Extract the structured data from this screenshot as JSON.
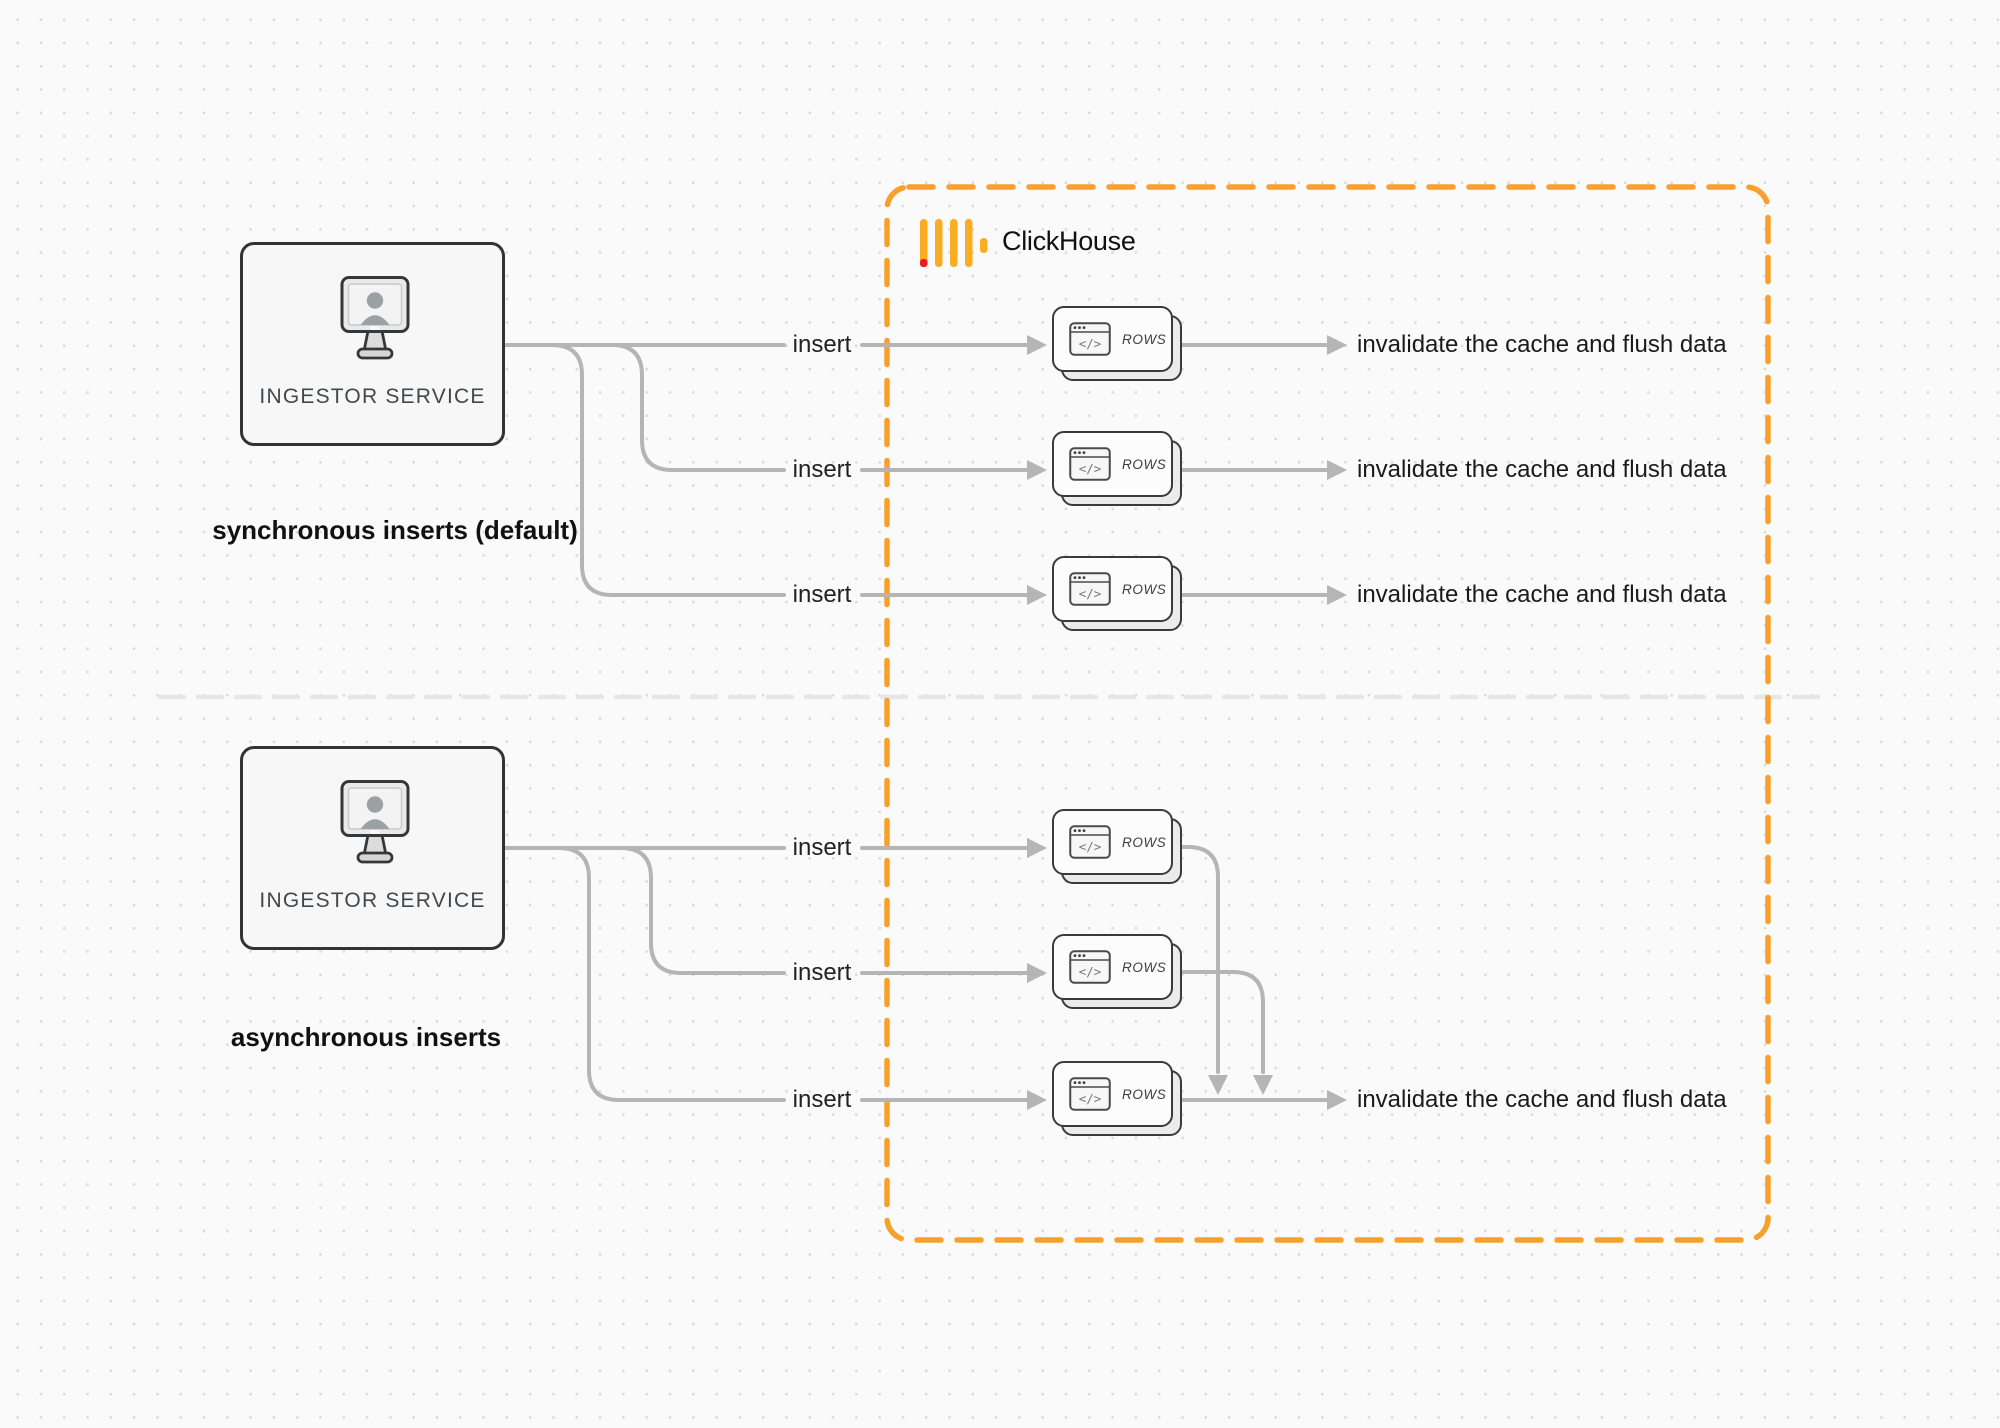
{
  "colors": {
    "accent_orange": "#F8A02C",
    "logo_gold": "#FAAD21",
    "logo_red": "#ED1C24",
    "connector_gray": "#B5B5B5",
    "divider_gray": "#E6E6E6",
    "text_dark": "#1A1A1A"
  },
  "clickhouse": {
    "label": "ClickHouse"
  },
  "cards": {
    "code_glyph": "</>"
  },
  "sync": {
    "ingestor_label": "INGESTOR SERVICE",
    "caption": "synchronous inserts (default)",
    "rows": [
      {
        "insert_label": "insert",
        "card_label": "ROWS",
        "result_label": "invalidate the cache and flush data"
      },
      {
        "insert_label": "insert",
        "card_label": "ROWS",
        "result_label": "invalidate the cache and flush data"
      },
      {
        "insert_label": "insert",
        "card_label": "ROWS",
        "result_label": "invalidate the cache and flush data"
      }
    ]
  },
  "async": {
    "ingestor_label": "INGESTOR SERVICE",
    "caption": "asynchronous inserts",
    "rows": [
      {
        "insert_label": "insert",
        "card_label": "ROWS"
      },
      {
        "insert_label": "insert",
        "card_label": "ROWS"
      },
      {
        "insert_label": "insert",
        "card_label": "ROWS",
        "result_label": "invalidate the cache and flush data"
      }
    ]
  }
}
